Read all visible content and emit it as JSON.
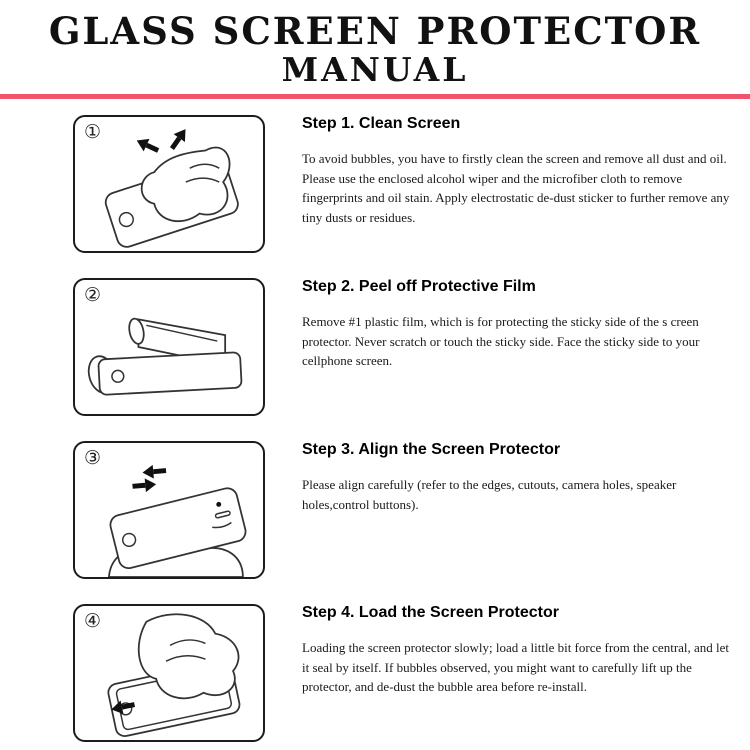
{
  "title": {
    "line1": "GLASS SCREEN PROTECTOR",
    "line2": "MANUAL"
  },
  "colors": {
    "divider": "#f2546d",
    "text": "#1a1a1a",
    "line_art": "#333333"
  },
  "steps": [
    {
      "number": "①",
      "heading": "Step 1. Clean Screen",
      "body": "To avoid bubbles, you have to firstly clean the screen and remove all dust and oil. Please use the enclosed alcohol wiper and the microfiber cloth to remove fingerprints and oil stain. Apply electrostatic de-dust sticker to further remove any tiny dusts or residues.",
      "illustration": "hand-wiping-phone-with-arrows"
    },
    {
      "number": "②",
      "heading": "Step 2. Peel off Protective Film",
      "body": "Remove #1 plastic film, which is for protecting the sticky side of the s creen protector. Never scratch or touch the sticky side. Face the sticky side to your cellphone screen.",
      "illustration": "peeling-film-off-protector"
    },
    {
      "number": "③",
      "heading": "Step 3. Align the Screen Protector",
      "body": "Please align carefully (refer to the edges, cutouts, camera holes, speaker holes,control buttons).",
      "illustration": "aligning-protector-over-phone"
    },
    {
      "number": "④",
      "heading": "Step 4. Load the Screen Protector",
      "body": "Loading the screen protector slowly; load a little bit force from the central, and let it seal by itself. If bubbles observed, you might want to carefully lift up the protector, and de-dust the bubble area before re-install.",
      "illustration": "hand-pressing-protector-onto-phone"
    }
  ]
}
